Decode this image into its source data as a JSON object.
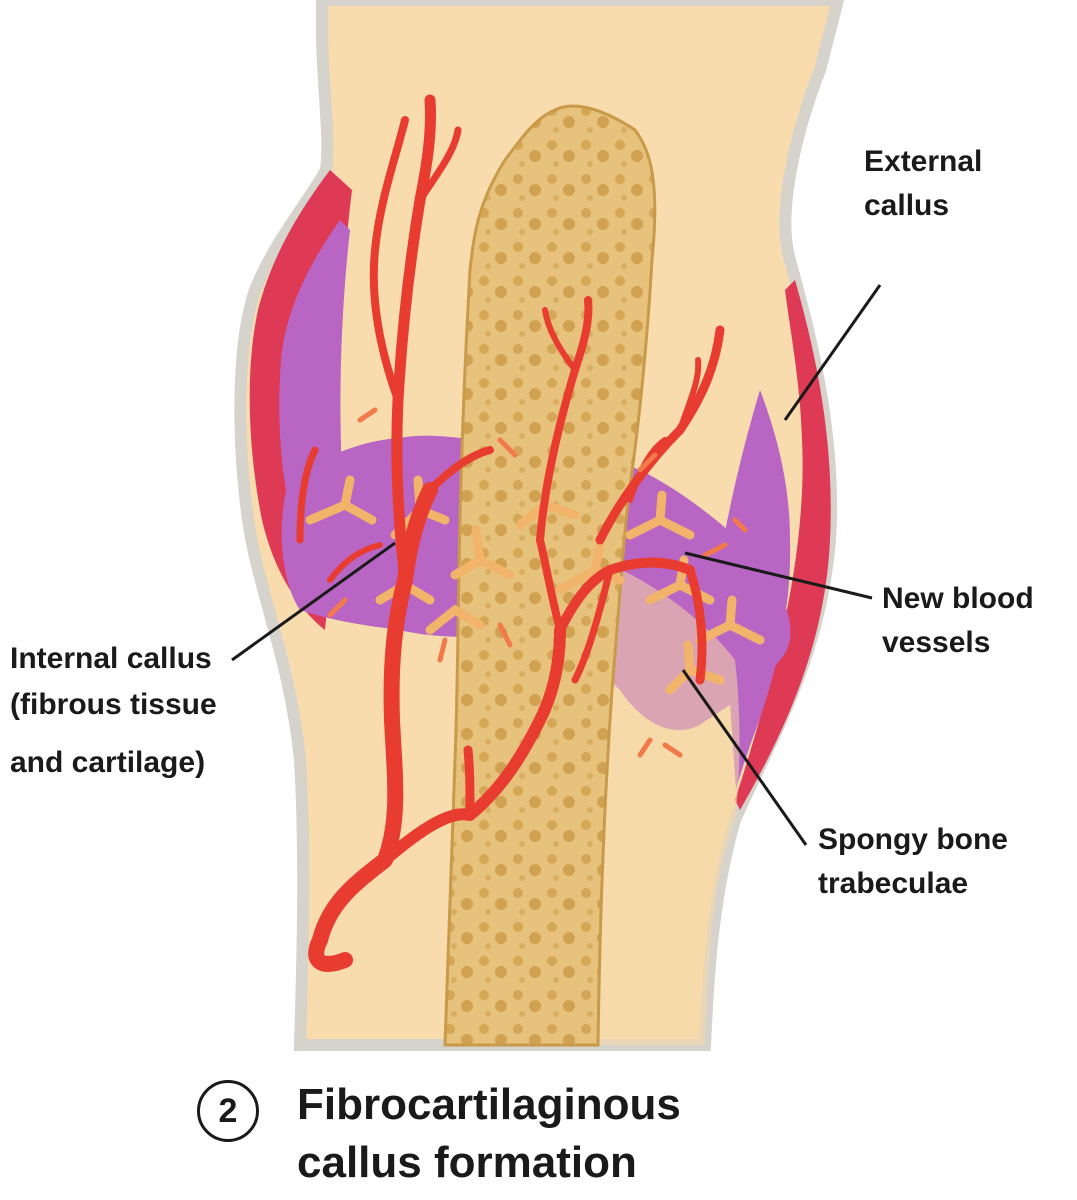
{
  "labels": {
    "external_callus": [
      "External",
      "callus"
    ],
    "new_blood_vessels": [
      "New blood",
      "vessels"
    ],
    "spongy_bone": [
      "Spongy bone",
      "trabeculae"
    ],
    "internal_callus": [
      "Internal callus",
      "(fibrous tissue",
      "and cartilage)"
    ]
  },
  "caption": {
    "step_number": "2",
    "title_lines": [
      "Fibrocartilaginous",
      "callus formation"
    ]
  },
  "colors": {
    "bone_shaft": "#f8dcae",
    "bone_outline": "#d8d3cc",
    "fracture_fragment": "#e2bd72",
    "callus": "#b865c4",
    "periosteum": "#de3a55",
    "vessels": "#e83c30",
    "trabeculae": "#f2b36a"
  }
}
